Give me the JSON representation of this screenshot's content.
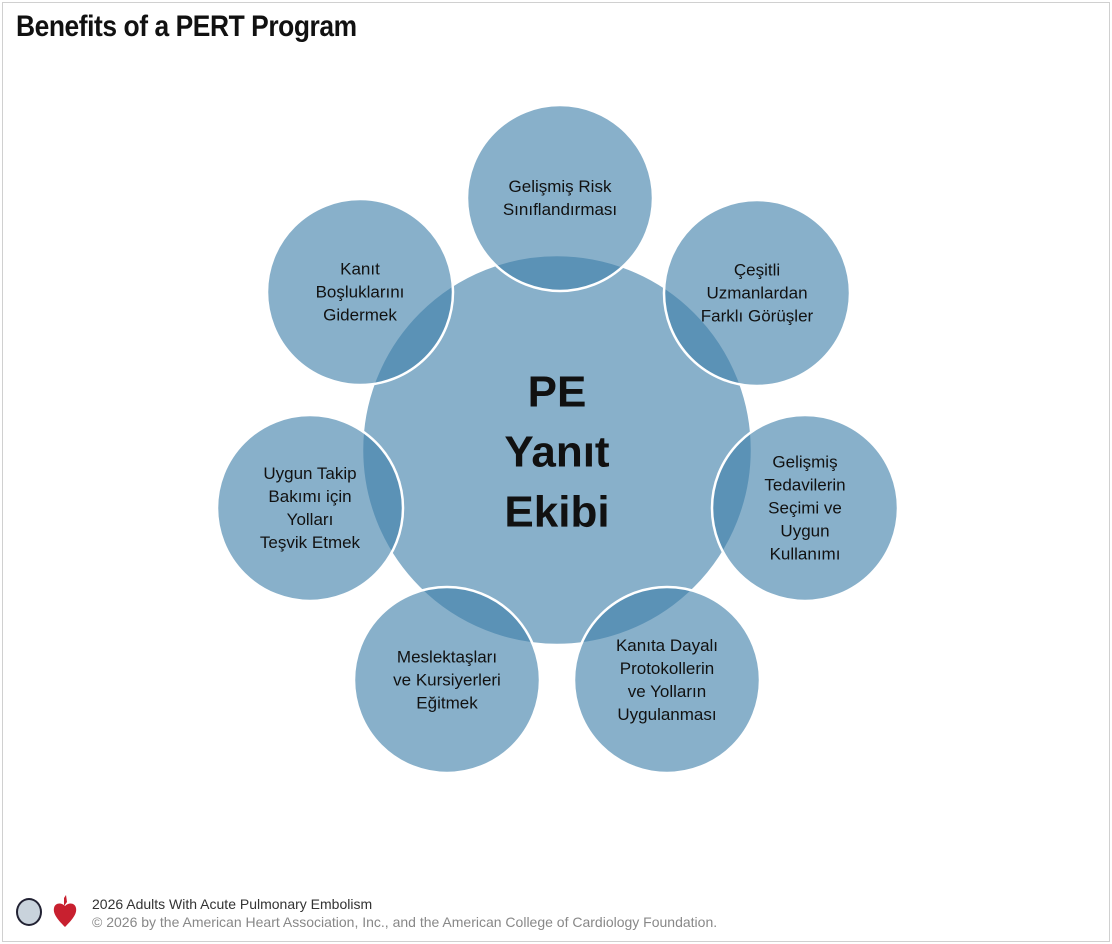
{
  "title": "Benefits of a PERT Program",
  "diagram": {
    "center": [
      "PE",
      "Yanıt",
      "Ekibi"
    ],
    "satellites": [
      {
        "lines": [
          "Gelişmiş Risk",
          "Sınıflandırması"
        ]
      },
      {
        "lines": [
          "Çeşitli",
          "Uzmanlardan",
          "Farklı Görüşler"
        ]
      },
      {
        "lines": [
          "Gelişmiş",
          "Tedavilerin",
          "Seçimi ve",
          "Uygun",
          "Kullanımı"
        ]
      },
      {
        "lines": [
          "Kanıta Dayalı",
          "Protokollerin",
          "ve Yolların",
          "Uygulanması"
        ]
      },
      {
        "lines": [
          "Meslektaşları",
          "ve Kursiyerleri",
          "Eğitmek"
        ]
      },
      {
        "lines": [
          "Uygun Takip",
          "Bakımı için",
          "Yolları",
          "Teşvik Etmek"
        ]
      },
      {
        "lines": [
          "Kanıt",
          "Boşluklarını",
          "Gidermek"
        ]
      }
    ],
    "colors": {
      "fill": "#3f7fa9",
      "stroke": "#ffffff",
      "text": "#111111"
    }
  },
  "footer": {
    "title": "2026 Adults With Acute Pulmonary Embolism",
    "copyright": "© 2026 by the American Heart Association, Inc., and the American College of Cardiology Foundation."
  }
}
